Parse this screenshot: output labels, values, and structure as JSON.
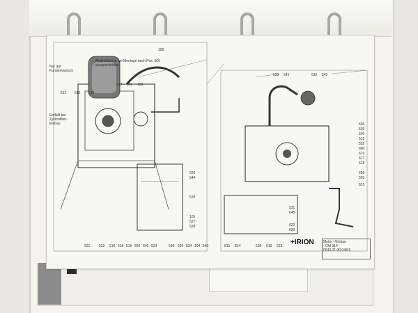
{
  "doc": {
    "brand": "+IRION",
    "title_block": [
      "Motor - Einbau",
      "- GM 314 -",
      "0040.21.00.04/04"
    ],
    "notes": {
      "top_note": "Abdeckhaube bei Montage nach Pos. 506 ausgeschnitten",
      "left_note_1": "Nur auf Kundenwunsch",
      "left_note_2": "Entfällt bei Zyklonfilter-Einbau",
      "leader_106": "106"
    },
    "callouts_left_top": [
      "511",
      "510",
      "516",
      "517",
      "501",
      "103"
    ],
    "callouts_right_top": [
      "535",
      "543",
      "532",
      "542"
    ],
    "callouts_right_side": [
      "509",
      "539",
      "540",
      "512",
      "552",
      "800",
      "619",
      "617",
      "618",
      "505",
      "503",
      "815"
    ],
    "callouts_bottom_left": [
      "521",
      "533",
      "516",
      "518",
      "519",
      "520",
      "540",
      "523",
      "530",
      "526",
      "534",
      "104",
      "543"
    ],
    "callouts_bottom_right": [
      "815",
      "814",
      "535",
      "516",
      "513"
    ],
    "callouts_mid": [
      "526",
      "544",
      "525",
      "105",
      "527",
      "528",
      "531",
      "645",
      "622",
      "620"
    ]
  },
  "colors": {
    "paper": "#f7f7f4",
    "binder": "#f4f3ef",
    "ring": "#a7a7a4",
    "ink": "#333333"
  }
}
